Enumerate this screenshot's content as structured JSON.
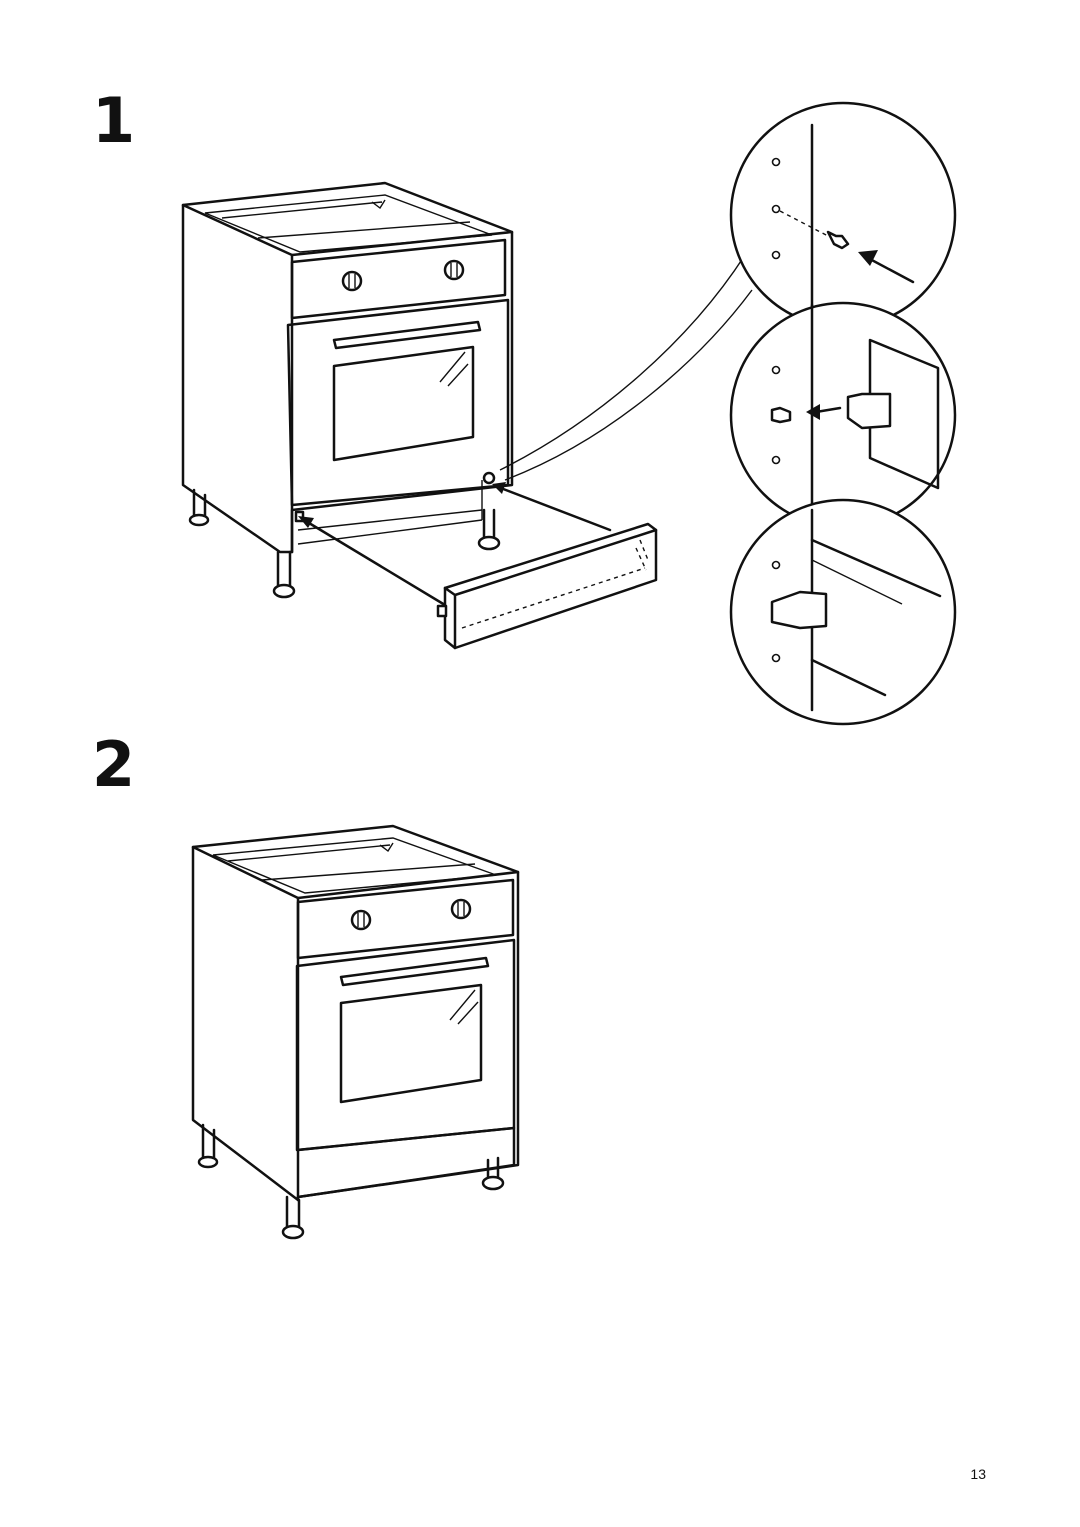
{
  "steps": [
    {
      "number": "1"
    },
    {
      "number": "2"
    }
  ],
  "page_number": "13"
}
